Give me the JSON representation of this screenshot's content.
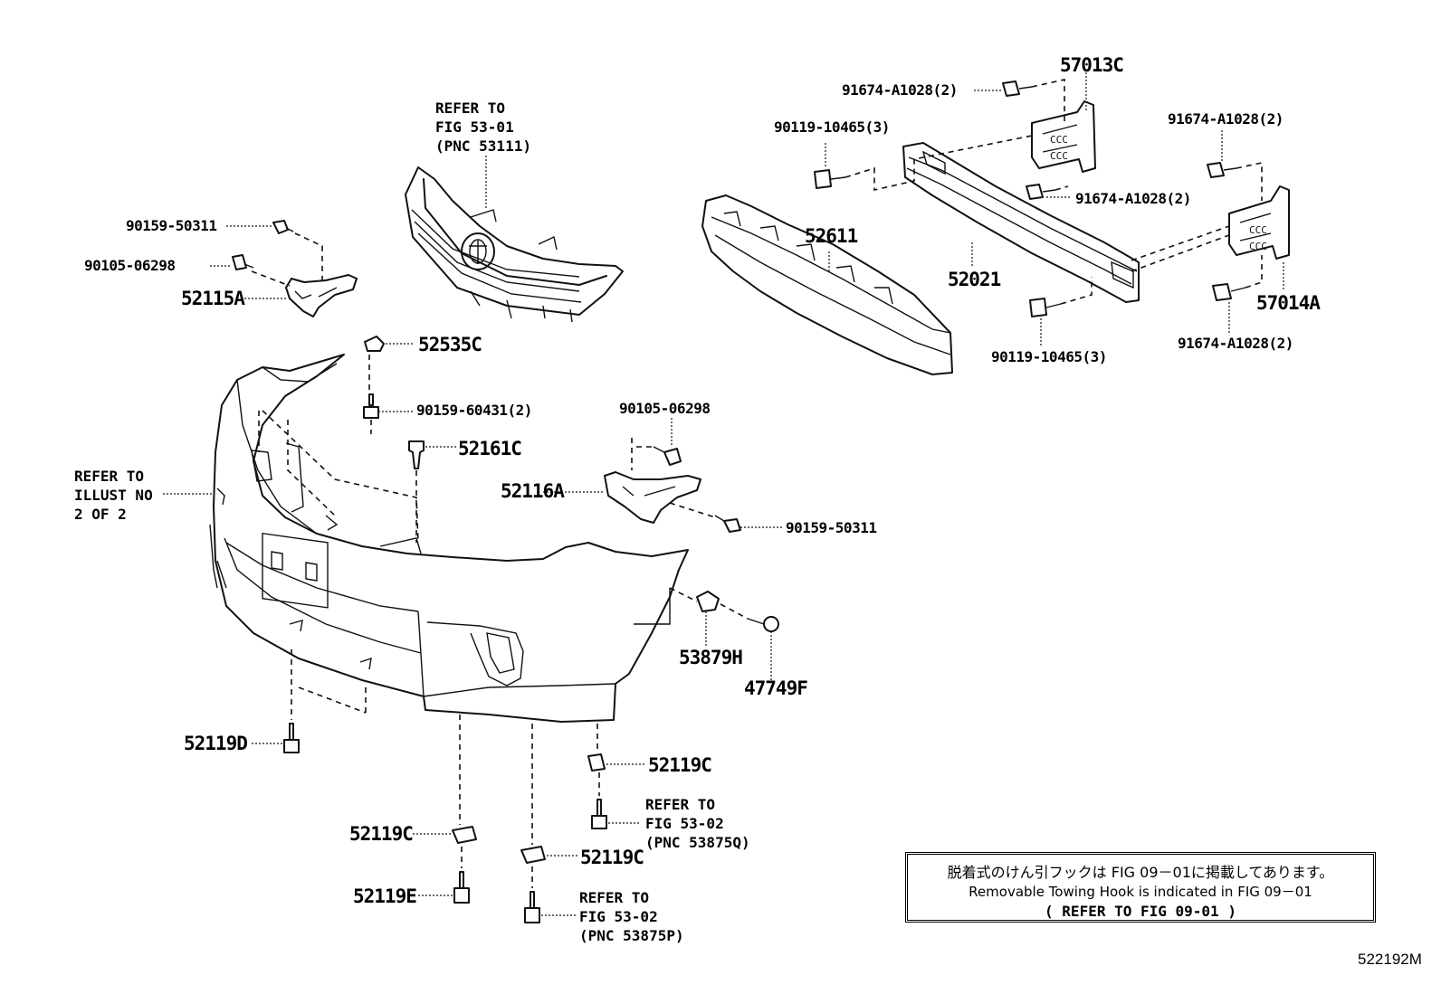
{
  "parts": {
    "p57013C": "57013C",
    "p91674_top": "91674-A1028(2)",
    "p90119_top": "90119-10465(3)",
    "p91674_right_top": "91674-A1028(2)",
    "p91674_mid": "91674-A1028(2)",
    "p52611": "52611",
    "p52021": "52021",
    "p57014A": "57014A",
    "p90119_bottom": "90119-10465(3)",
    "p91674_right_bottom": "91674-A1028(2)",
    "p90159_50311_left": "90159-50311",
    "p90105_06298_left": "90105-06298",
    "p52115A": "52115A",
    "p52535C": "52535C",
    "p90159_60431": "90159-60431(2)",
    "p52161C": "52161C",
    "p90105_06298_right": "90105-06298",
    "p52116A": "52116A",
    "p90159_50311_right": "90159-50311",
    "p53879H": "53879H",
    "p47749F": "47749F",
    "p52119D": "52119D",
    "p52119C_right": "52119C",
    "p52119C_left": "52119C",
    "p52119E": "52119E",
    "p52119C_mid": "52119C"
  },
  "refs": {
    "grille": "REFER TO\nFIG 53-01\n(PNC 53111)",
    "illust": "REFER TO\nILLUST NO\n2 OF 2",
    "fig_53875q": "REFER TO\nFIG 53-02\n(PNC 53875Q)",
    "fig_53875p": "REFER TO\nFIG 53-02\n(PNC 53875P)"
  },
  "note": {
    "japanese": "脱着式のけん引フックは FIG 09－01に掲載してあります。",
    "english": "Removable Towing Hook is indicated in FIG 09－01",
    "refer": "( REFER TO FIG 09-01 )"
  },
  "figure_id": "522192M"
}
